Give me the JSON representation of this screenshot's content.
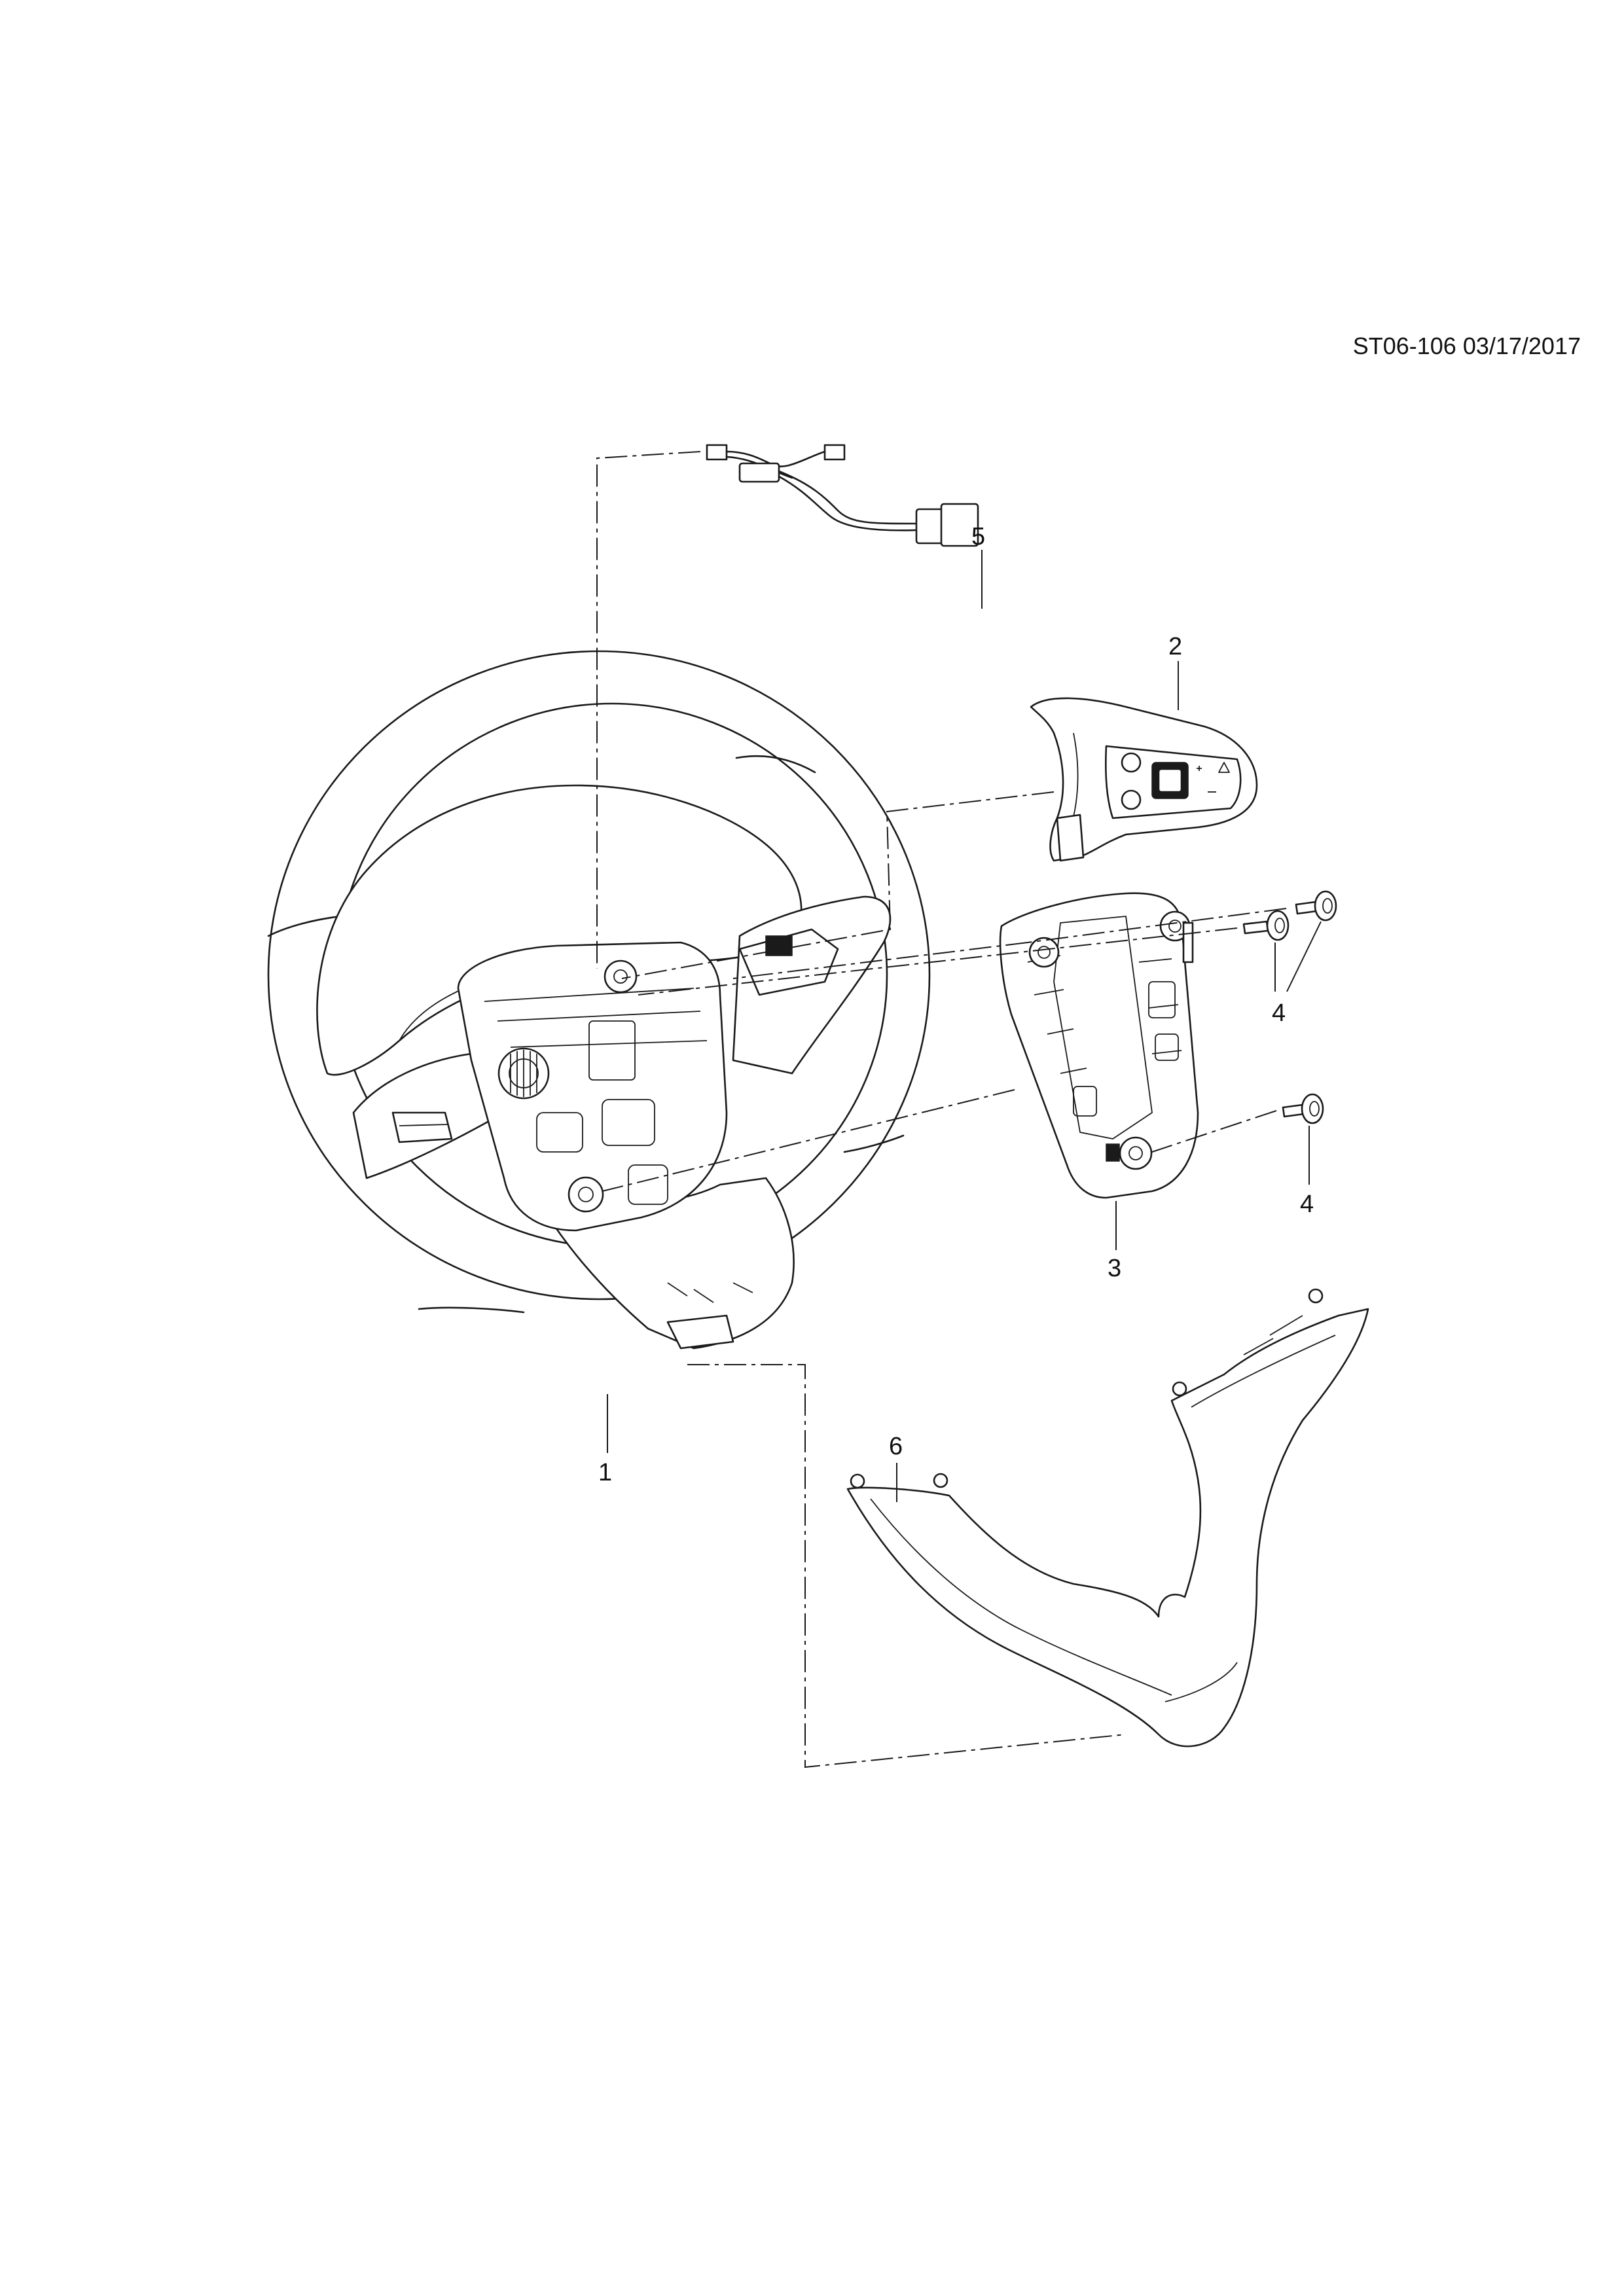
{
  "document": {
    "code": "ST06-106 03/17/2017"
  },
  "callouts": [
    {
      "id": "1",
      "label": "1",
      "part": "steering-wheel"
    },
    {
      "id": "2",
      "label": "2",
      "part": "switch-cover"
    },
    {
      "id": "3",
      "label": "3",
      "part": "switch-bracket"
    },
    {
      "id": "4a",
      "label": "4",
      "part": "screws-upper"
    },
    {
      "id": "4b",
      "label": "4",
      "part": "screw-lower"
    },
    {
      "id": "5",
      "label": "5",
      "part": "wiring-harness"
    },
    {
      "id": "6",
      "label": "6",
      "part": "lower-trim-cover"
    }
  ]
}
